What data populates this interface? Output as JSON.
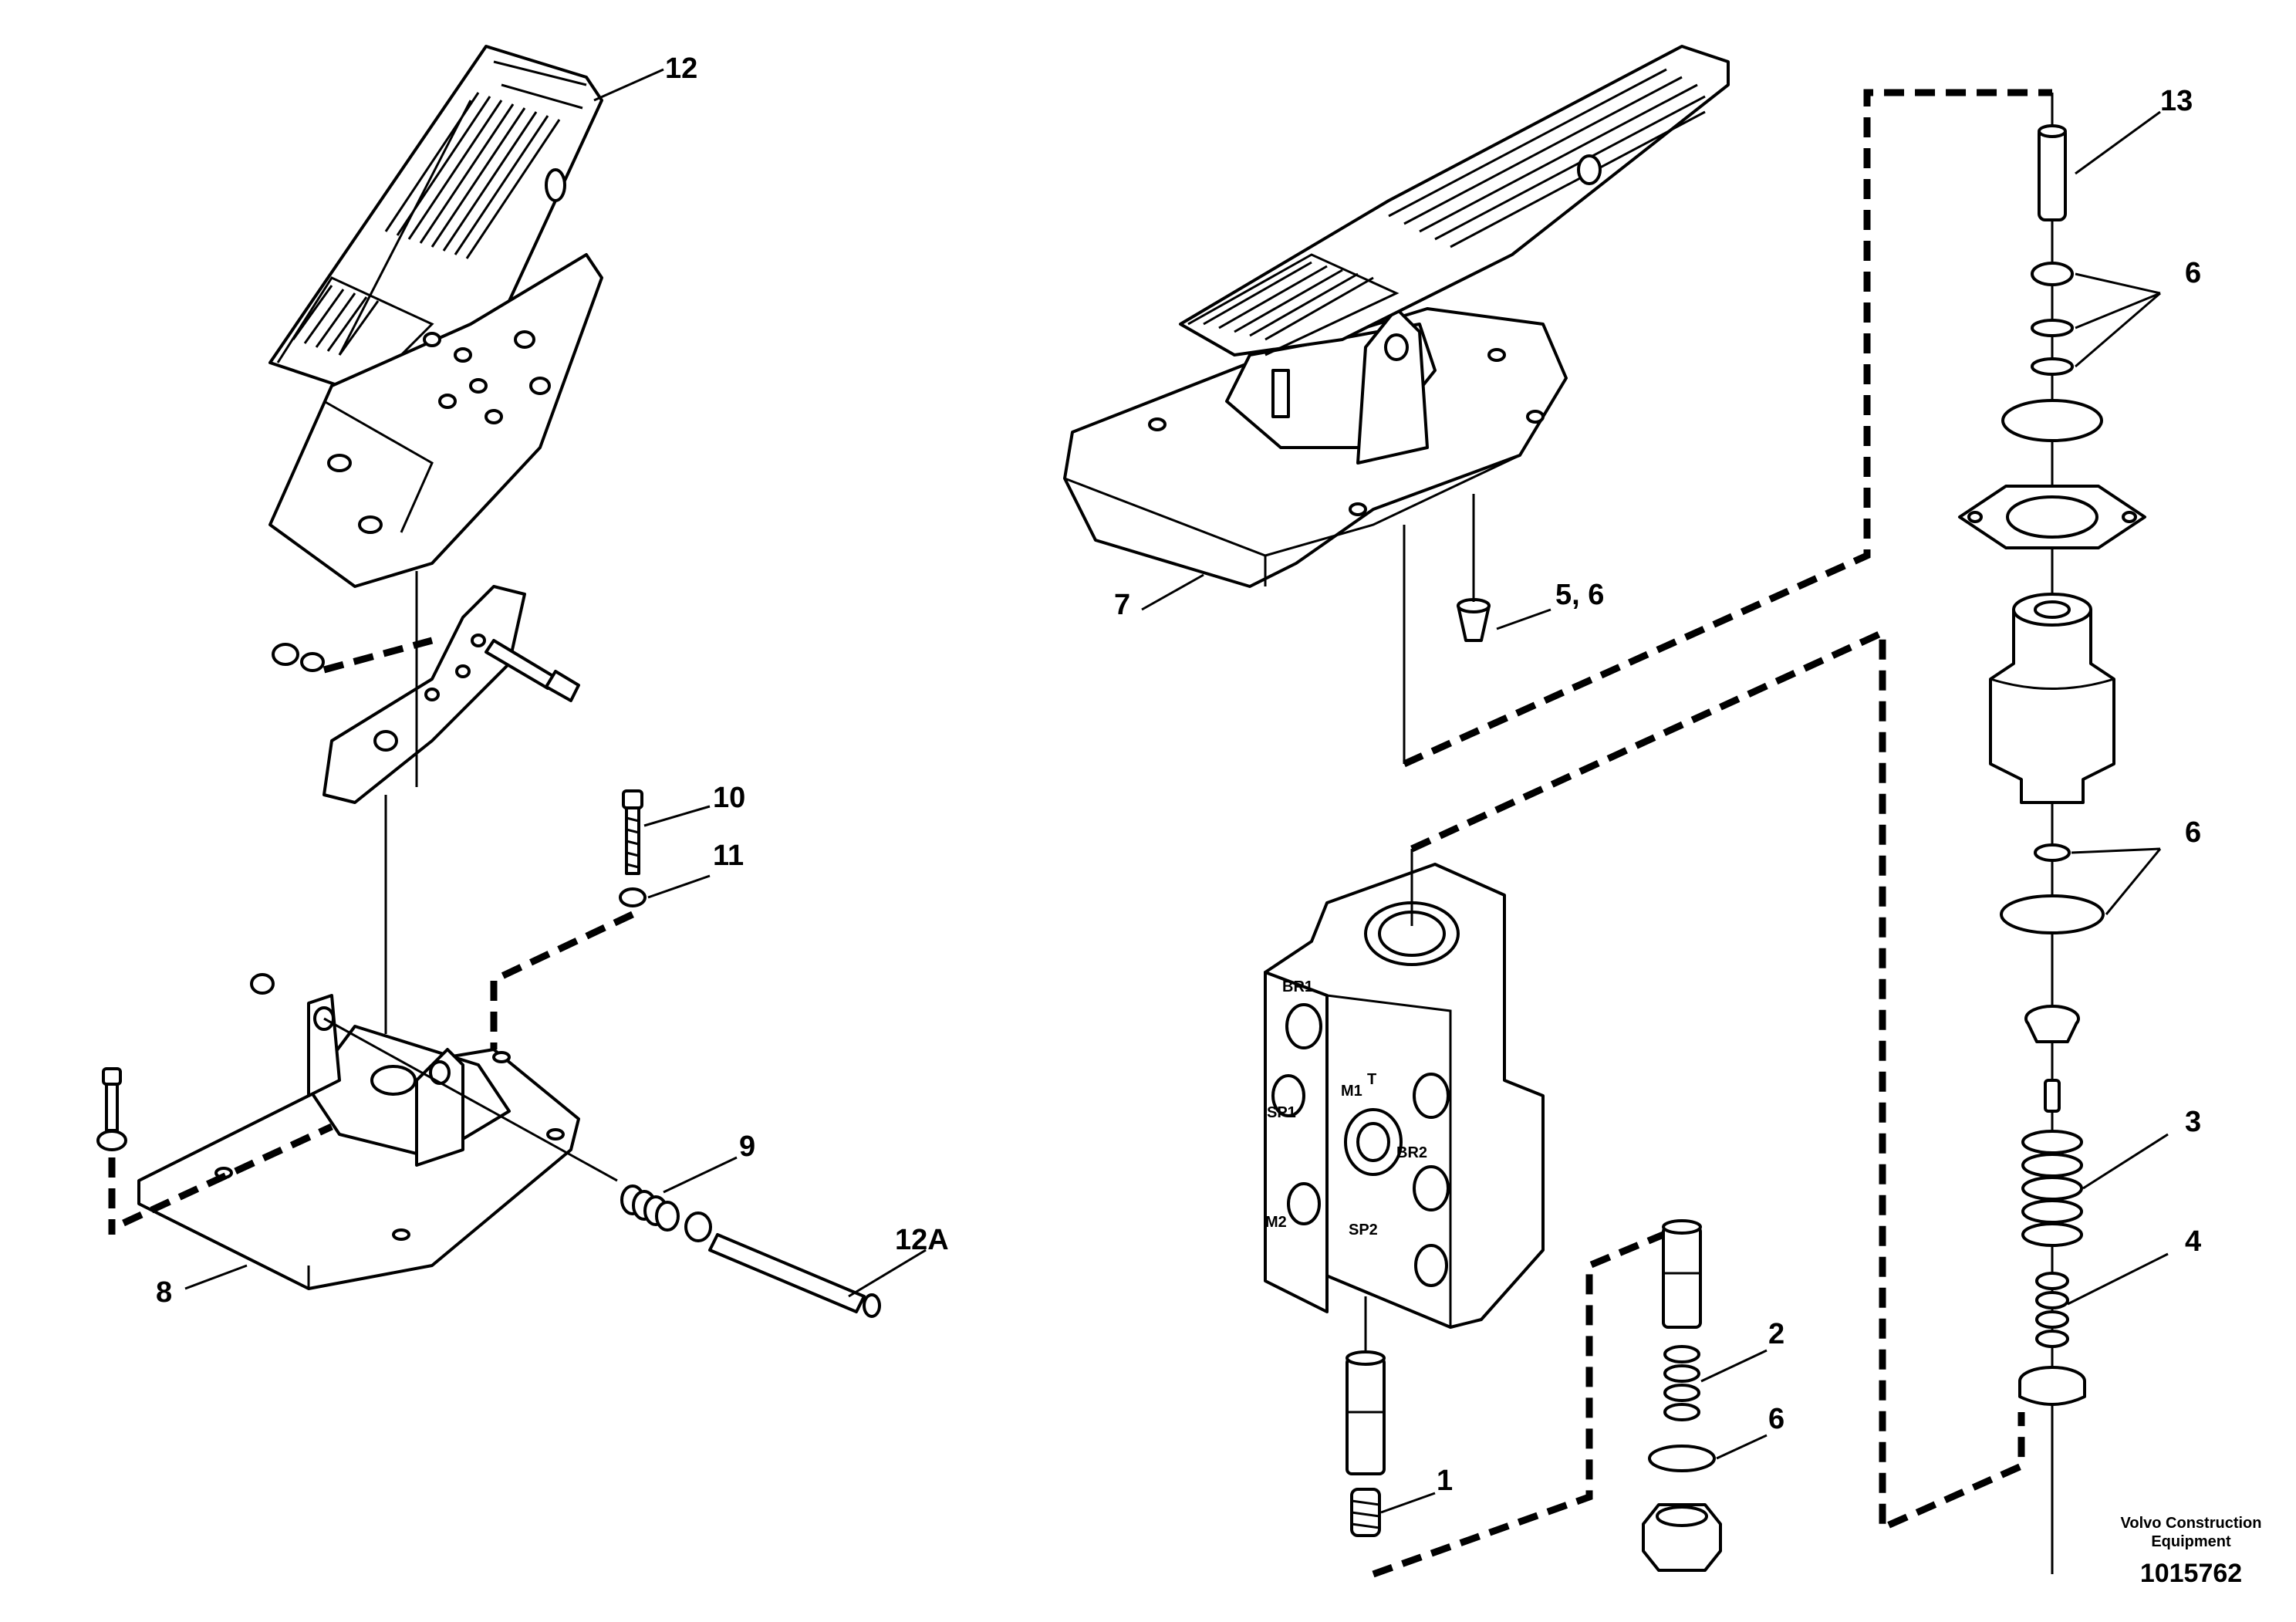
{
  "callouts": [
    {
      "id": "c12",
      "text": "12"
    },
    {
      "id": "c13",
      "text": "13"
    },
    {
      "id": "c6a",
      "text": "6"
    },
    {
      "id": "c7",
      "text": "7"
    },
    {
      "id": "c56",
      "text": "5, 6"
    },
    {
      "id": "c10",
      "text": "10"
    },
    {
      "id": "c11",
      "text": "11"
    },
    {
      "id": "c9",
      "text": "9"
    },
    {
      "id": "c12a",
      "text": "12A"
    },
    {
      "id": "c8",
      "text": "8"
    },
    {
      "id": "c6b",
      "text": "6"
    },
    {
      "id": "c3",
      "text": "3"
    },
    {
      "id": "c4",
      "text": "4"
    },
    {
      "id": "c2",
      "text": "2"
    },
    {
      "id": "c6c",
      "text": "6"
    },
    {
      "id": "c1",
      "text": "1"
    }
  ],
  "valve_ports": {
    "br1": "BR1",
    "t": "T",
    "m1": "M1",
    "sp1": "SP1",
    "br2": "BR2",
    "m2": "M2",
    "sp2": "SP2"
  },
  "manufacturer": "Volvo Construction Equipment",
  "drawing_number": "1015762"
}
